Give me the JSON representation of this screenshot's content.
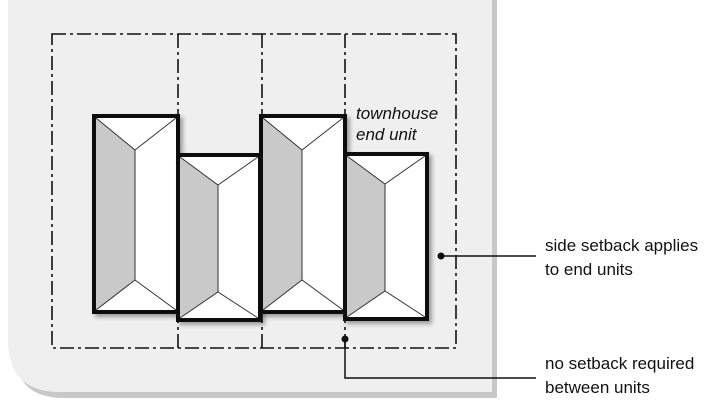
{
  "labels": {
    "end_unit_line1": "townhouse",
    "end_unit_line2": "end unit",
    "side_setback_line1": "side setback applies",
    "side_setback_line2": "to end units",
    "no_setback_line1": "no setback required",
    "no_setback_line2": "between units"
  },
  "colors": {
    "background_panel": "#efefef",
    "panel_shadow": "#c8c8c8",
    "roof_shaded": "#c9c9c9",
    "roof_light": "#ffffff",
    "outline": "#111111"
  }
}
